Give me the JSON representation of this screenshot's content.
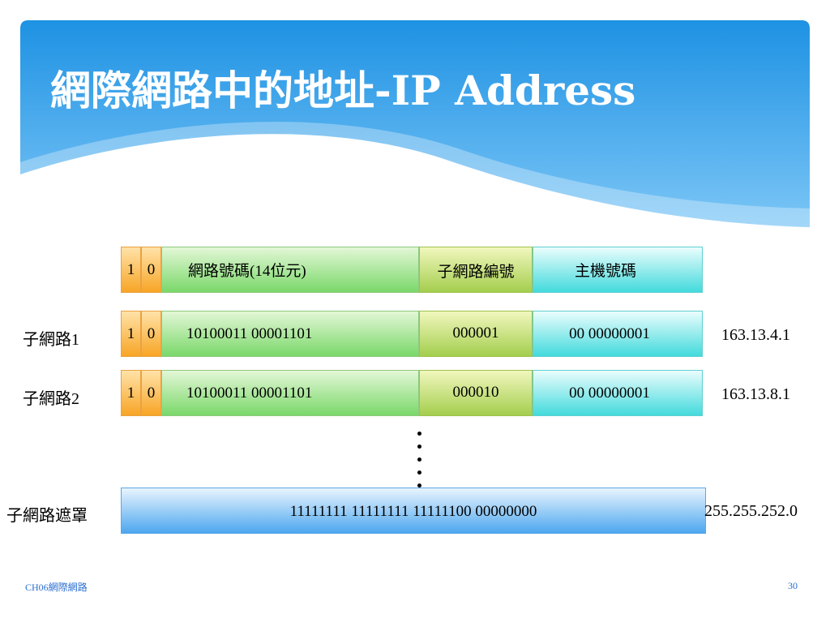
{
  "slide": {
    "title": "網際網路中的地址-IP Address",
    "footer_left": "CH06網際網路",
    "page_number": "30"
  },
  "header_row": {
    "bit1": "1",
    "bit2": "0",
    "network": "網路號碼(14位元)",
    "subnet": "子網路編號",
    "host": "主機號碼"
  },
  "rows": [
    {
      "label": "子網路1",
      "bit1": "1",
      "bit2": "0",
      "network": "10100011 00001101",
      "subnet": "000001",
      "host": "00 00000001",
      "ip": "163.13.4.1"
    },
    {
      "label": "子網路2",
      "bit1": "1",
      "bit2": "0",
      "network": "10100011 00001101",
      "subnet": "000010",
      "host": "00 00000001",
      "ip": "163.13.8.1"
    }
  ],
  "mask": {
    "label": "子網路遮罩",
    "bits": "11111111 11111111 11111100 00000000",
    "dotted": "255.255.252.0"
  },
  "colors": {
    "banner_top": "#1e92e3",
    "banner_bottom": "#7cc6f6",
    "host_field": "#43dadc",
    "subnet_field": "#a4ce4e",
    "network_field": "#7ad86a",
    "class_bits": "#f8a526",
    "mask_bar": "#4da7ef"
  }
}
